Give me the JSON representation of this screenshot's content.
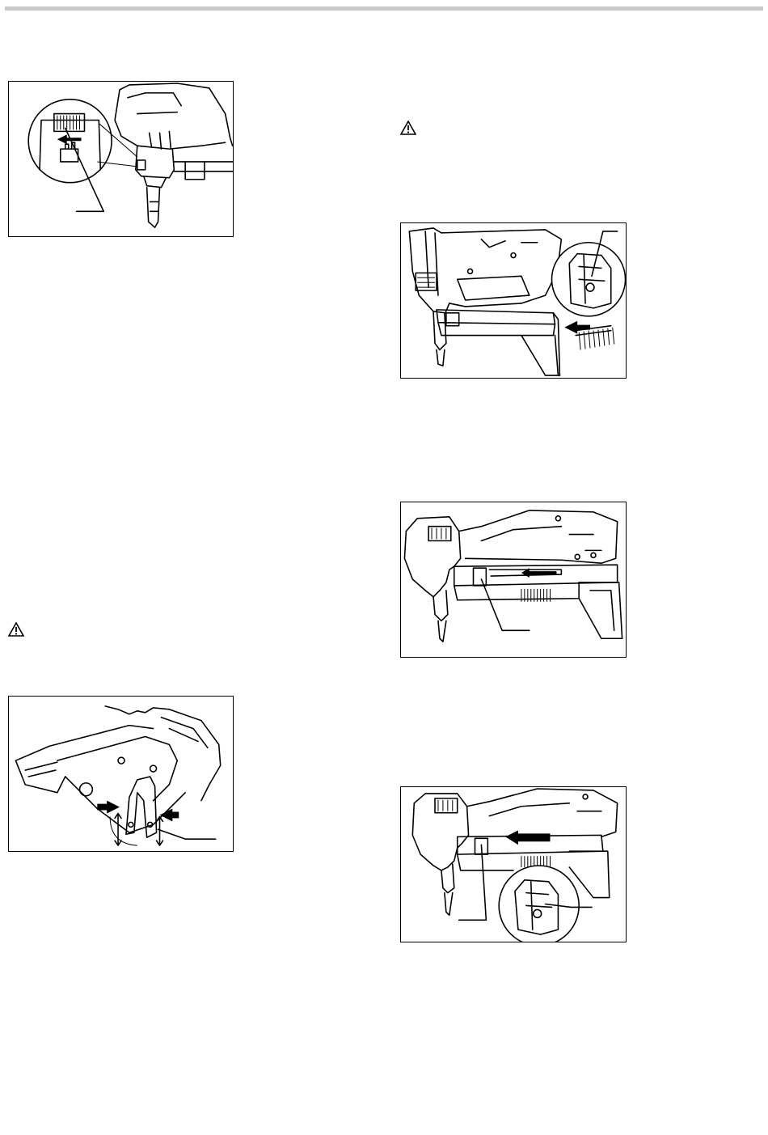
{
  "page": {
    "figures": [
      {
        "name": "depth-adjuster-figure"
      },
      {
        "name": "nail-loading-figure"
      },
      {
        "name": "magazine-pusher-figure"
      },
      {
        "name": "belt-hook-figure"
      },
      {
        "name": "pusher-release-figure"
      }
    ],
    "warnings": [
      {
        "name": "caution-icon-right"
      },
      {
        "name": "caution-icon-left"
      }
    ]
  },
  "colors": {
    "header_bar": "#c8c8c8",
    "line": "#000000",
    "background": "#ffffff"
  }
}
